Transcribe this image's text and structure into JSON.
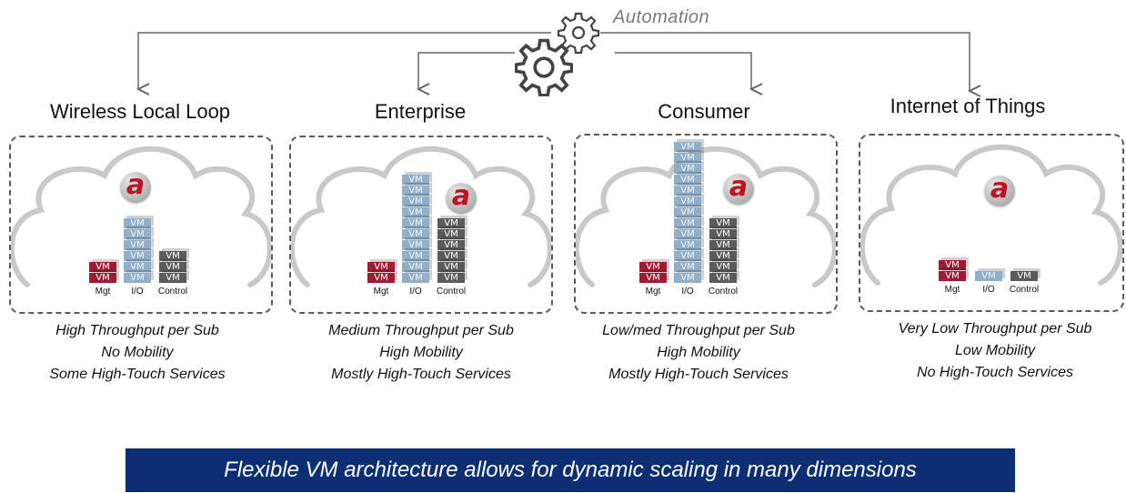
{
  "automation_label": "Automation",
  "columns": [
    {
      "title": "Wireless Local Loop",
      "counts": {
        "mgt": 2,
        "io": 6,
        "control": 3
      },
      "labels": {
        "mgt": "Mgt",
        "io": "I/O",
        "control": "Control"
      },
      "lines": [
        "High Throughput per Sub",
        "No Mobility",
        "Some High-Touch Services"
      ]
    },
    {
      "title": "Enterprise",
      "counts": {
        "mgt": 2,
        "io": 10,
        "control": 6
      },
      "labels": {
        "mgt": "Mgt",
        "io": "I/O",
        "control": "Control"
      },
      "lines": [
        "Medium Throughput per Sub",
        "High Mobility",
        "Mostly High-Touch Services"
      ]
    },
    {
      "title": "Consumer",
      "counts": {
        "mgt": 2,
        "io": 13,
        "control": 6
      },
      "labels": {
        "mgt": "Mgt",
        "io": "I/O",
        "control": "Control"
      },
      "lines": [
        "Low/med Throughput per Sub",
        "High Mobility",
        "Mostly High-Touch Services"
      ]
    },
    {
      "title": "Internet of Things",
      "counts": {
        "mgt": 2,
        "io": 1,
        "control": 1
      },
      "labels": {
        "mgt": "Mgt",
        "io": "I/O",
        "control": "Control"
      },
      "lines": [
        "Very Low Throughput per Sub",
        "Low Mobility",
        "No High-Touch Services"
      ]
    }
  ],
  "vm_label": "VM",
  "logo_letter": "a",
  "banner_text": "Flexible VM architecture allows for dynamic scaling in many dimensions",
  "colors": {
    "mgt": "#9e1b32",
    "io": "#8fb0c8",
    "control": "#5b5b5b",
    "banner": "#0c2f74",
    "logo": "#c1121f"
  }
}
